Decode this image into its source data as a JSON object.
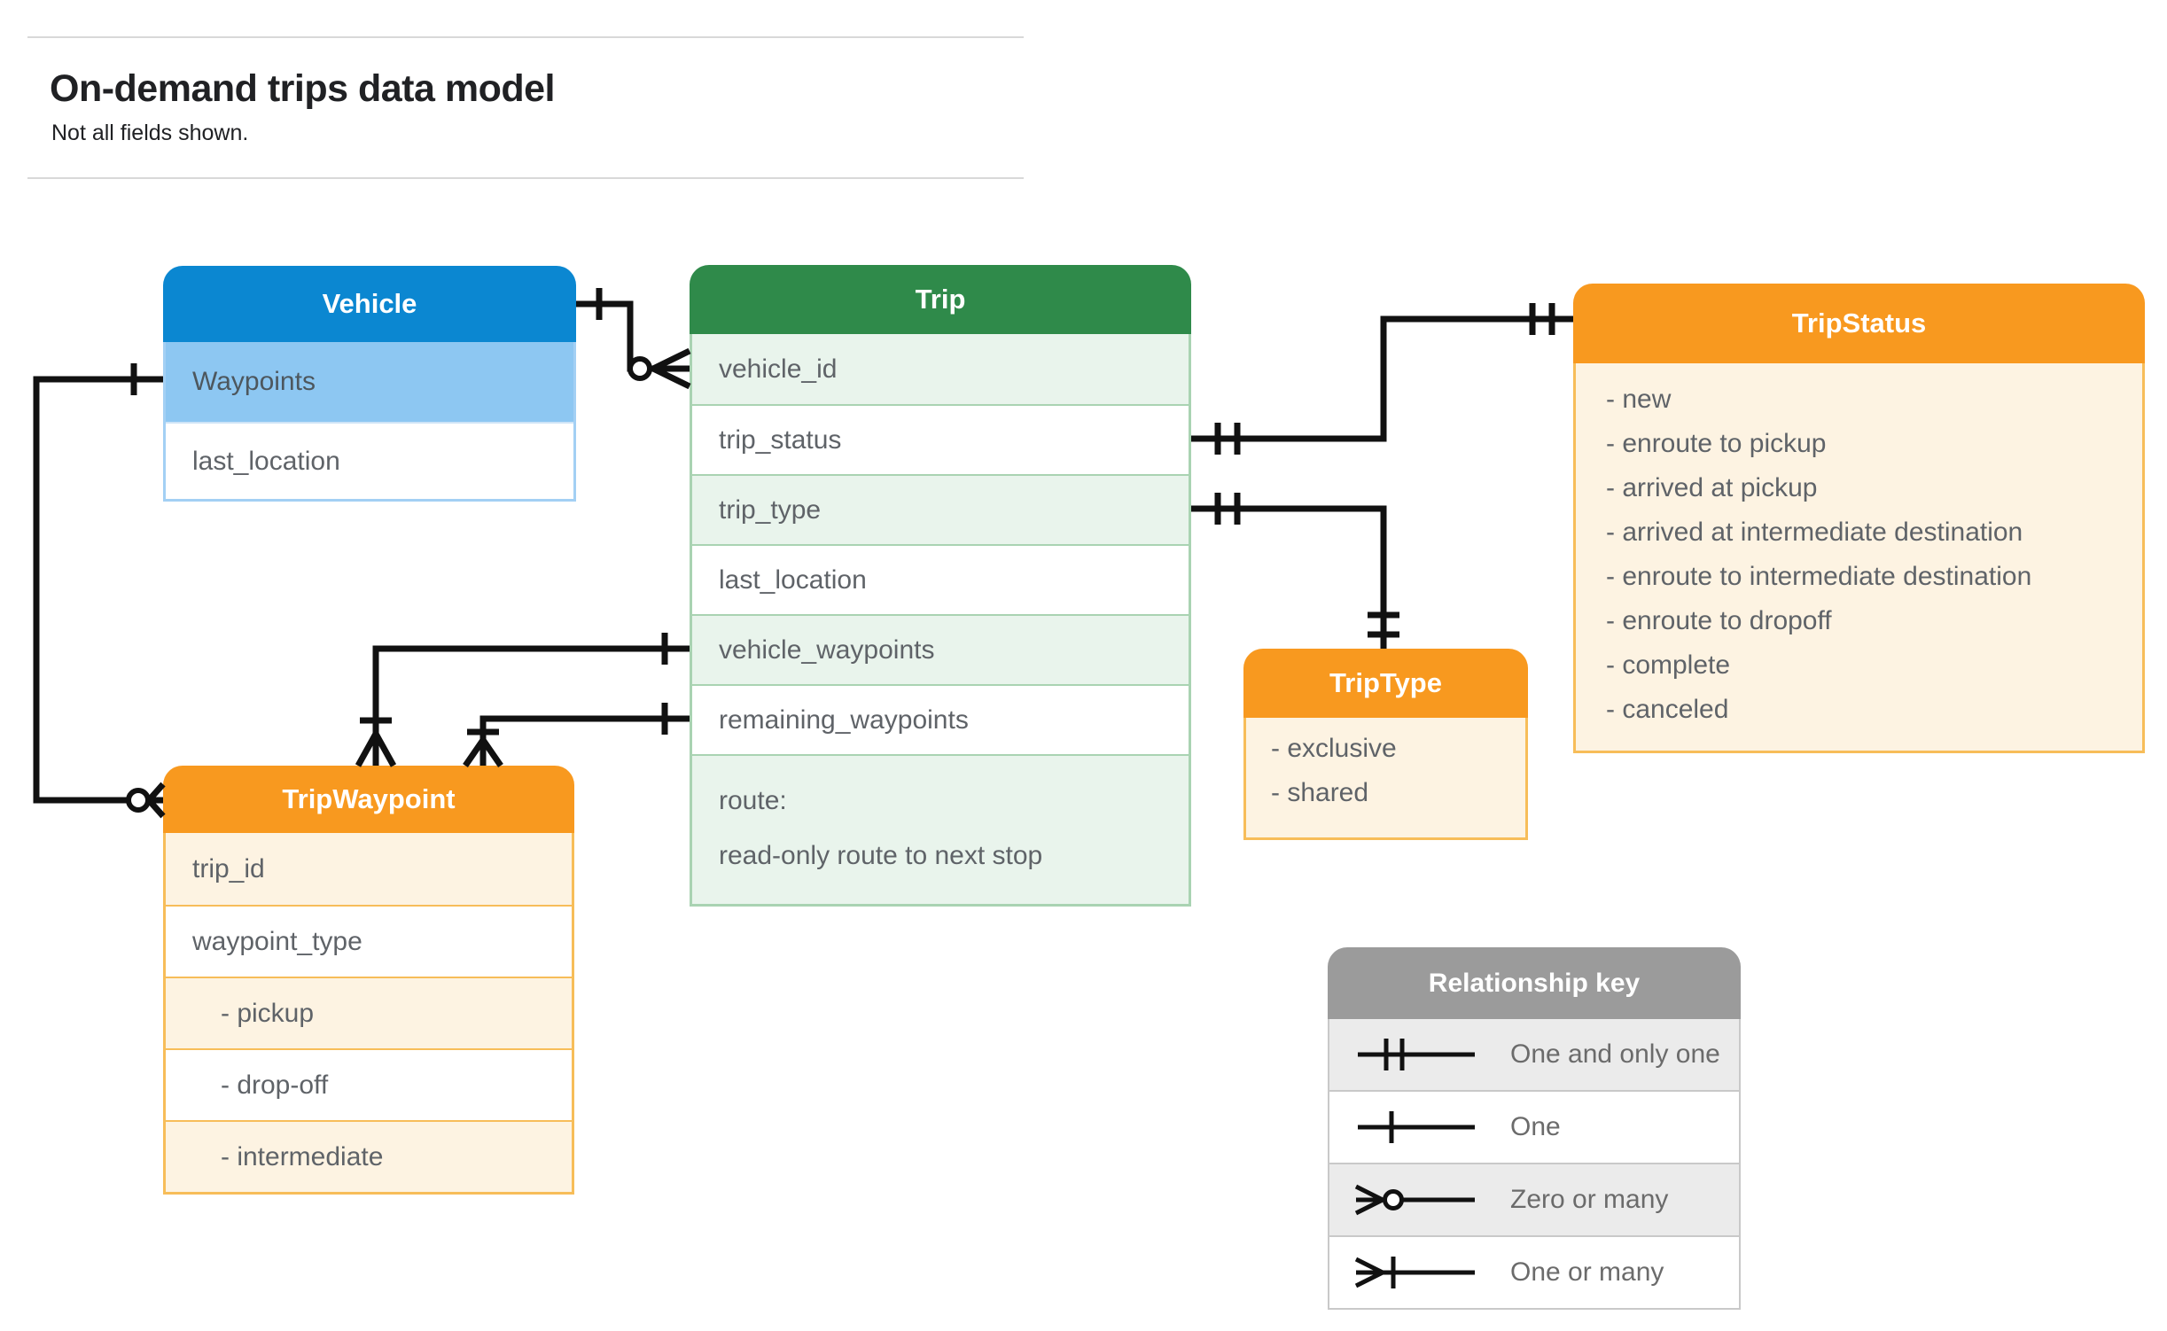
{
  "header": {
    "title": "On-demand trips data model",
    "subtitle": "Not all fields shown."
  },
  "entities": {
    "vehicle": {
      "title": "Vehicle",
      "rows": [
        "Waypoints",
        "last_location"
      ]
    },
    "trip": {
      "title": "Trip",
      "rows": [
        "vehicle_id",
        "trip_status",
        "trip_type",
        "last_location",
        "vehicle_waypoints",
        "remaining_waypoints"
      ],
      "route_label": "route:",
      "route_description": "read-only route to next stop"
    },
    "trip_status": {
      "title": "TripStatus",
      "items": [
        "- new",
        "- enroute to pickup",
        "- arrived at pickup",
        "- arrived at intermediate destination",
        "- enroute to intermediate destination",
        "- enroute to dropoff",
        "- complete",
        "- canceled"
      ]
    },
    "trip_type": {
      "title": "TripType",
      "items": [
        "- exclusive",
        "- shared"
      ]
    },
    "trip_waypoint": {
      "title": "TripWaypoint",
      "rows": [
        "trip_id",
        "waypoint_type",
        "- pickup",
        "- drop-off",
        "- intermediate"
      ]
    }
  },
  "legend": {
    "title": "Relationship key",
    "items": [
      {
        "symbol": "one-and-only-one-icon",
        "label": "One and only one"
      },
      {
        "symbol": "one-icon",
        "label": "One"
      },
      {
        "symbol": "zero-or-many-icon",
        "label": "Zero or many"
      },
      {
        "symbol": "one-or-many-icon",
        "label": "One or many"
      }
    ]
  },
  "relationships": [
    {
      "from": "Vehicle",
      "to": "Trip.vehicle_id",
      "from_cardinality": "one",
      "to_cardinality": "zero-or-many"
    },
    {
      "from": "Vehicle.Waypoints",
      "to": "TripWaypoint",
      "from_cardinality": "one",
      "to_cardinality": "zero-or-many"
    },
    {
      "from": "Trip.trip_status",
      "to": "TripStatus",
      "from_cardinality": "one-and-only-one",
      "to_cardinality": "one-and-only-one"
    },
    {
      "from": "Trip.trip_type",
      "to": "TripType",
      "from_cardinality": "one-and-only-one",
      "to_cardinality": "one-and-only-one"
    },
    {
      "from": "Trip.vehicle_waypoints",
      "to": "TripWaypoint",
      "from_cardinality": "one",
      "to_cardinality": "one-or-many"
    },
    {
      "from": "Trip.remaining_waypoints",
      "to": "TripWaypoint",
      "from_cardinality": "one",
      "to_cardinality": "one-or-many"
    }
  ],
  "colors": {
    "vehicle_header": "#0b87d1",
    "vehicle_row_highlight": "#8dc7f2",
    "trip_header": "#2f8a4a",
    "trip_row_tint": "#e9f4ec",
    "orange_header": "#f8991f",
    "orange_row_tint": "#fdf3e2",
    "legend_header": "#9b9b9b",
    "legend_row_tint": "#ebebeb",
    "wire": "#111111"
  }
}
